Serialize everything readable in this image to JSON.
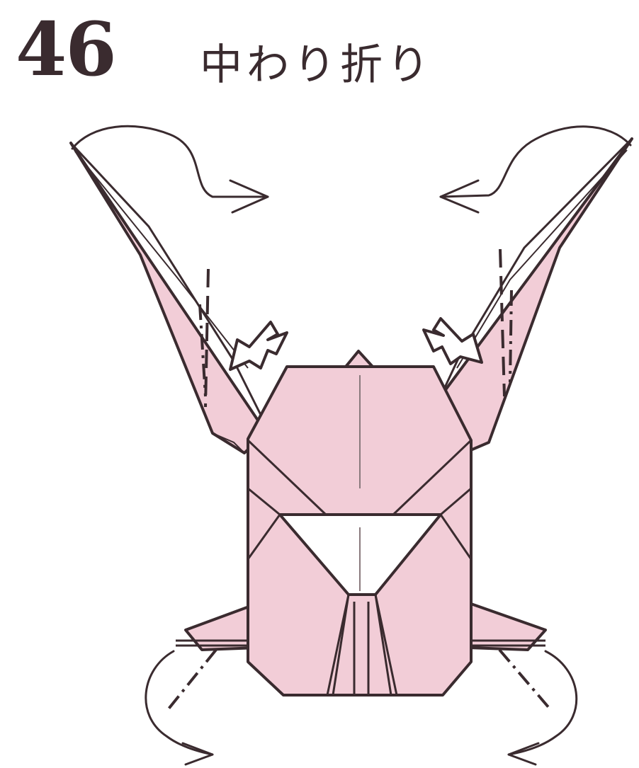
{
  "step": {
    "number": "46",
    "caption": "中わり折り"
  },
  "colors": {
    "paper": "#f2cdd7",
    "ink": "#3a2b2f",
    "background": "#ffffff"
  },
  "icons": {
    "fold_arrow": "curved-arrow",
    "push_arrow": "push-in-arrow"
  }
}
